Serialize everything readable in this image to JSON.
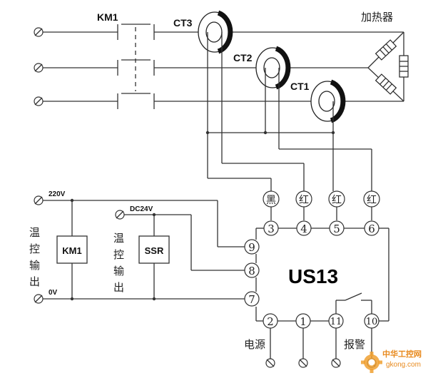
{
  "labels": {
    "km1_contactor": "KM1",
    "ct3": "CT3",
    "ct2": "CT2",
    "ct1": "CT1",
    "heater": "加热器",
    "v220": "220V",
    "v0": "0V",
    "dc24v": "DC24V",
    "temp_control_1": "温控输出",
    "temp_control_2": "温控输出",
    "km1_box": "KM1",
    "ssr_box": "SSR",
    "module": "US13",
    "power": "电源",
    "alarm": "报警",
    "watermark_cn": "中华工控网",
    "watermark_url": "gkong.com"
  },
  "top_terminals": [
    {
      "pin": "3",
      "color": "黑"
    },
    {
      "pin": "4",
      "color": "红"
    },
    {
      "pin": "5",
      "color": "红"
    },
    {
      "pin": "6",
      "color": "红"
    }
  ],
  "left_pins": [
    "9",
    "8",
    "7"
  ],
  "bottom_pins": [
    "2",
    "1",
    "11",
    "10"
  ],
  "colors": {
    "wire": "#333333",
    "watermark": "#e8891c"
  }
}
